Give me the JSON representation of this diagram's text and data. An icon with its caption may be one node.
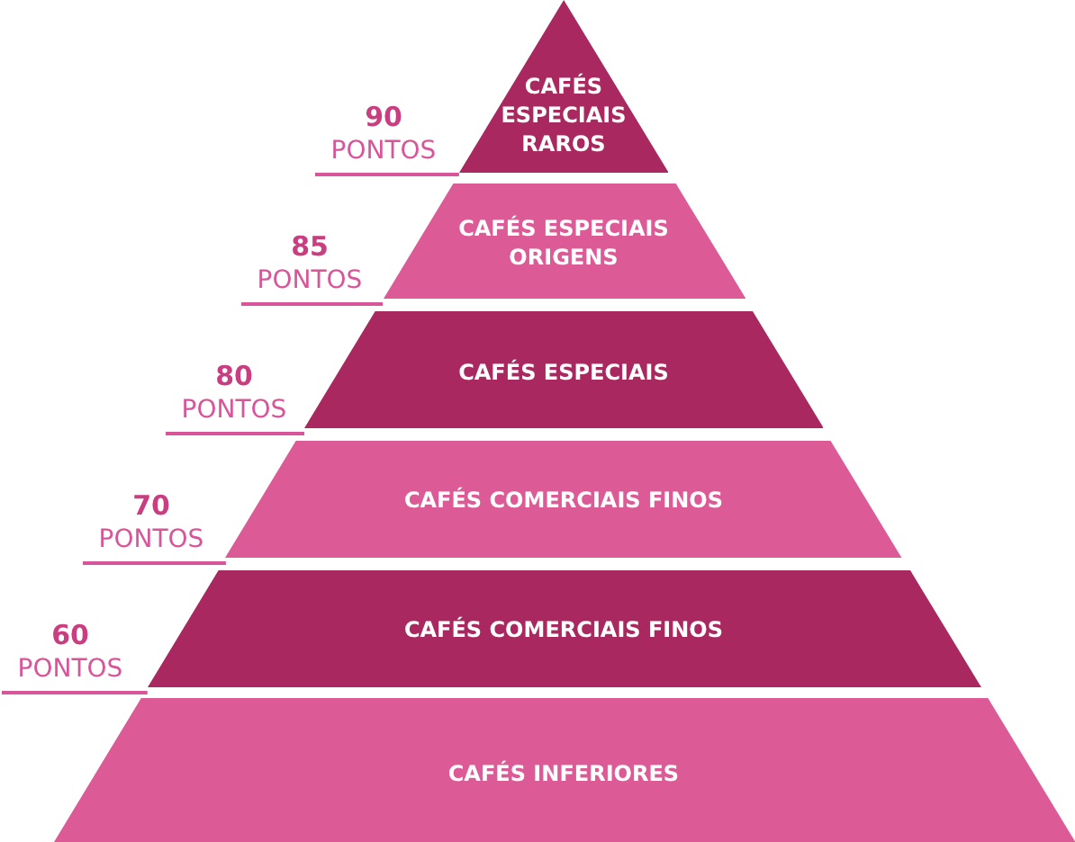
{
  "diagram": {
    "nodes": [
      {
        "text": [
          "CAFÉS ESPECIAIS RAROS"
        ]
      },
      {
        "text": [
          "90",
          "PONTOS"
        ]
      },
      {
        "text": [
          "CAFÉS ESPECIAIS ORIGENS"
        ]
      },
      {
        "text": [
          "85",
          "PONTOS"
        ]
      },
      {
        "text": [
          "CAFÉS ESPECIAIS"
        ]
      },
      {
        "text": [
          "80",
          "PONTOS"
        ]
      },
      {
        "text": [
          "CAFÉS COMERCIAIS FINOS"
        ]
      },
      {
        "text": [
          "70",
          "PONTOS"
        ]
      },
      {
        "text": [
          "CAFÉS COMERCIAIS FINOS"
        ]
      },
      {
        "text": [
          "60",
          "PONTOS"
        ]
      },
      {
        "text": [
          "CAFÉS INFERIORES"
        ]
      }
    ],
    "edges": [
      {
        "from": 1,
        "to": 0,
        "arrow": "none"
      },
      {
        "from": 3,
        "to": 2,
        "arrow": "none"
      },
      {
        "from": 5,
        "to": 4,
        "arrow": "none"
      },
      {
        "from": 7,
        "to": 6,
        "arrow": "none"
      },
      {
        "from": 9,
        "to": 8,
        "arrow": "none"
      }
    ]
  }
}
